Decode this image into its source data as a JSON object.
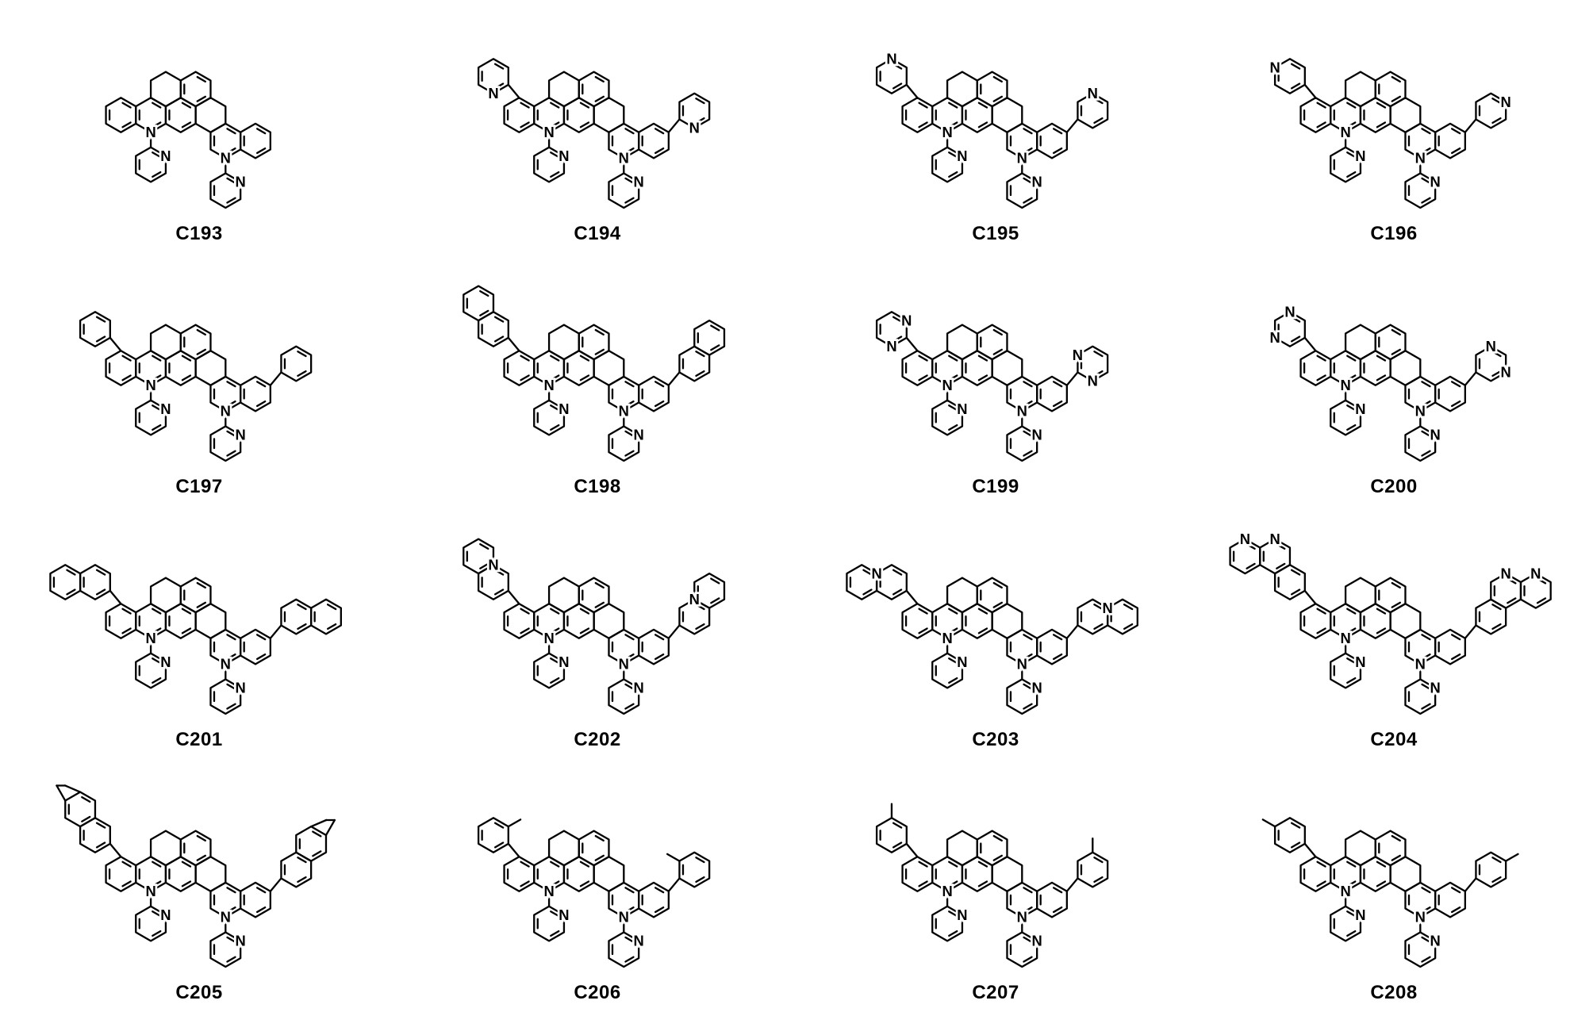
{
  "background": "#ffffff",
  "ink": "#000000",
  "atom_label": "N",
  "compounds": [
    {
      "label": "C193",
      "substituent_name": "none",
      "draw_key": "none"
    },
    {
      "label": "C194",
      "substituent_name": "pyridin-2-yl",
      "draw_key": "py2"
    },
    {
      "label": "C195",
      "substituent_name": "pyridin-3-yl",
      "draw_key": "py3"
    },
    {
      "label": "C196",
      "substituent_name": "pyridin-4-yl",
      "draw_key": "py4"
    },
    {
      "label": "C197",
      "substituent_name": "phenyl",
      "draw_key": "ph"
    },
    {
      "label": "C198",
      "substituent_name": "naphthalen-1-yl",
      "draw_key": "nap1"
    },
    {
      "label": "C199",
      "substituent_name": "pyrimidin-2-yl",
      "draw_key": "pym2"
    },
    {
      "label": "C200",
      "substituent_name": "pyrimidin-5-yl",
      "draw_key": "pym5"
    },
    {
      "label": "C201",
      "substituent_name": "naphthalen-2-yl",
      "draw_key": "nap2"
    },
    {
      "label": "C202",
      "substituent_name": "quinolinyl",
      "draw_key": "quin"
    },
    {
      "label": "C203",
      "substituent_name": "isoquinolinyl",
      "draw_key": "isoq"
    },
    {
      "label": "C204",
      "substituent_name": "phenanthrolinyl",
      "draw_key": "phen"
    },
    {
      "label": "C205",
      "substituent_name": "acenaphthenyl",
      "draw_key": "acen"
    },
    {
      "label": "C206",
      "substituent_name": "2-methylphenyl",
      "draw_key": "tol2"
    },
    {
      "label": "C207",
      "substituent_name": "3-methylphenyl",
      "draw_key": "tol3"
    },
    {
      "label": "C208",
      "substituent_name": "4-methylphenyl",
      "draw_key": "tol4"
    }
  ]
}
